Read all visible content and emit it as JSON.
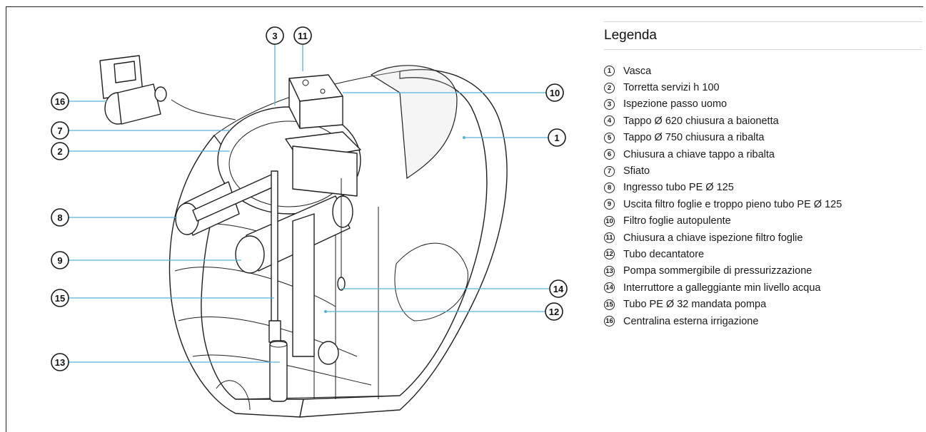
{
  "legend": {
    "title": "Legenda",
    "items": [
      {
        "num": "1",
        "label": "Vasca"
      },
      {
        "num": "2",
        "label": "Torretta servizi h 100"
      },
      {
        "num": "3",
        "label": "Ispezione passo uomo"
      },
      {
        "num": "4",
        "label": "Tappo Ø 620 chiusura a baionetta"
      },
      {
        "num": "5",
        "label": "Tappo Ø 750 chiusura a ribalta"
      },
      {
        "num": "6",
        "label": "Chiusura a chiave tappo a ribalta"
      },
      {
        "num": "7",
        "label": "Sfiato"
      },
      {
        "num": "8",
        "label": "Ingresso tubo PE Ø 125"
      },
      {
        "num": "9",
        "label": "Uscita filtro foglie e troppo pieno tubo PE Ø 125"
      },
      {
        "num": "10",
        "label": "Filtro foglie autopulente"
      },
      {
        "num": "11",
        "label": "Chiusura a chiave ispezione filtro foglie"
      },
      {
        "num": "12",
        "label": "Tubo decantatore"
      },
      {
        "num": "13",
        "label": "Pompa sommergibile di pressurizzazione"
      },
      {
        "num": "14",
        "label": "Interruttore a galleggiante min livello acqua"
      },
      {
        "num": "15",
        "label": "Tubo PE Ø 32 mandata pompa"
      },
      {
        "num": "16",
        "label": "Centralina esterna irrigazione"
      }
    ]
  },
  "callouts": [
    "3",
    "11",
    "16",
    "10",
    "7",
    "1",
    "2",
    "8",
    "9",
    "15",
    "14",
    "12",
    "13"
  ],
  "colors": {
    "leader": "#56b3d9",
    "ink": "#1f1f1f"
  }
}
